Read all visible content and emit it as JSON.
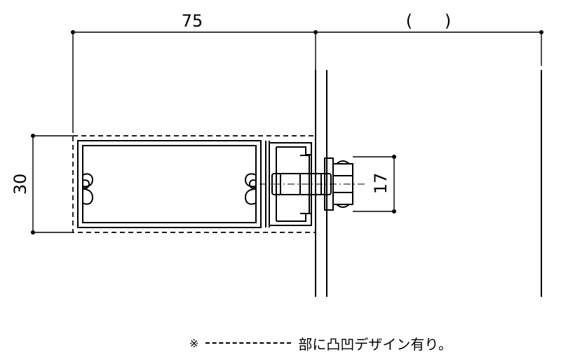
{
  "dimensions": {
    "width_label": "75",
    "width_blank_label": "(      )",
    "height_label": "30",
    "bolt_label": "17"
  },
  "legend": {
    "mark": "※",
    "text": "部に凸凹デザイン有り。"
  }
}
